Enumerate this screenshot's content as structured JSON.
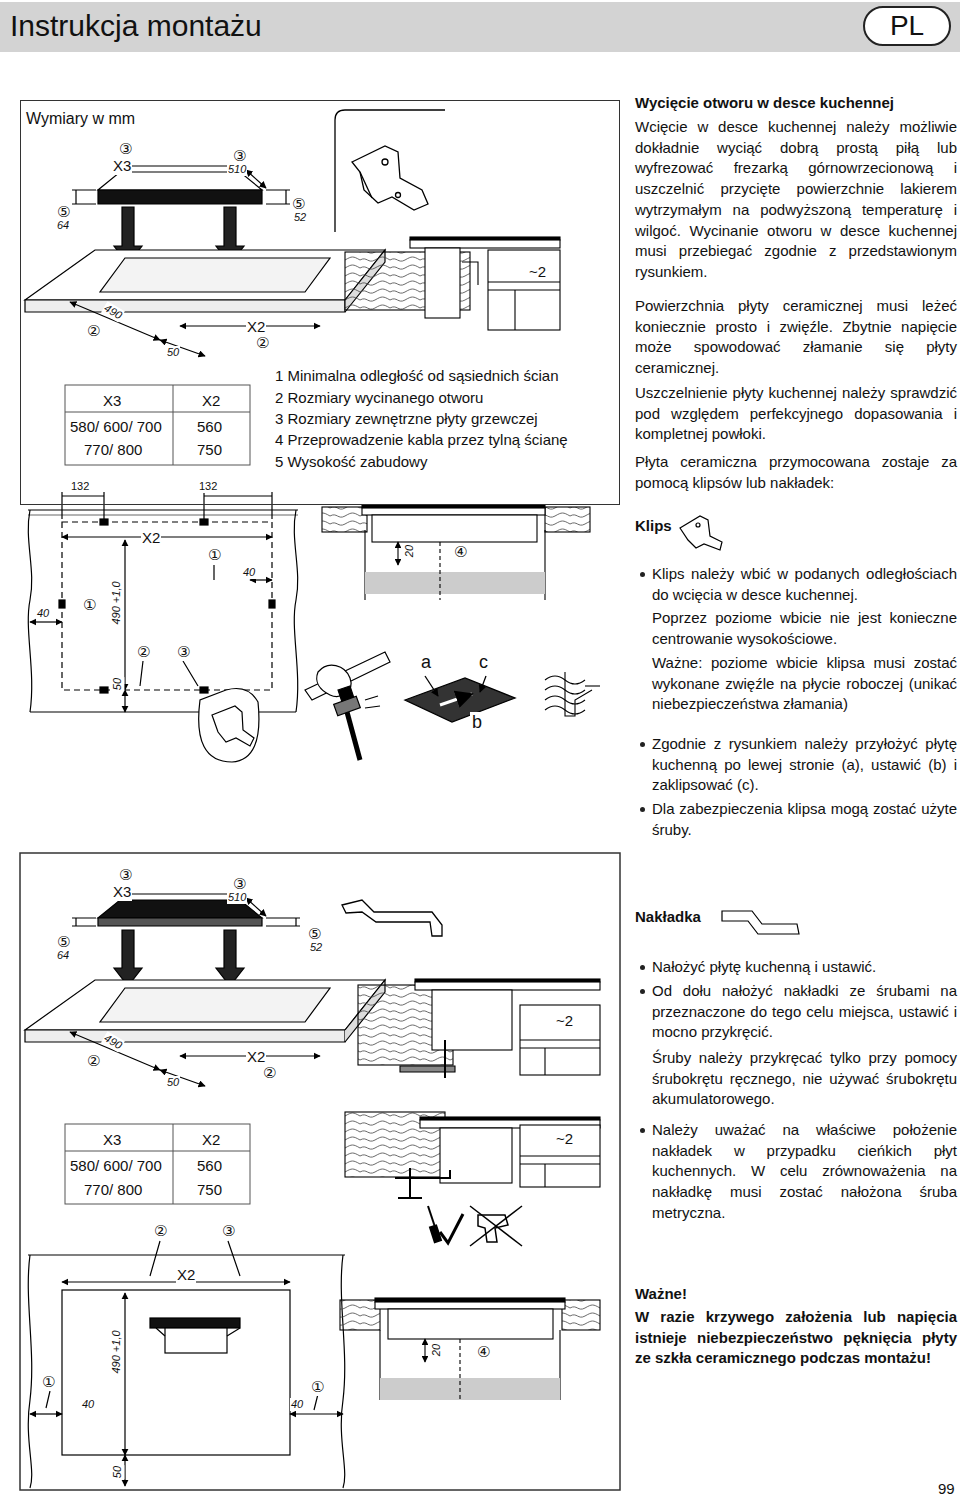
{
  "diagram": {
    "title": "Instrukcja montażu",
    "nodes": [
      {
        "text": [
          "PL"
        ]
      },
      {
        "text": [
          "Wymiary w mm"
        ]
      }
    ],
    "labels": [
      "③",
      "X3",
      "③",
      "510",
      "⑤",
      "64",
      "⑤",
      "52",
      "490",
      "②",
      "50",
      "X2",
      "②",
      "X3",
      "X2",
      "580/ 600/ 700",
      "560",
      "770/ 800",
      "750",
      "132",
      "132",
      "1 Minimalna odległość od sąsiednich ścian",
      "2 Rozmiary wycinanego otworu",
      "3 Rozmiary zewnętrzne płyty grzewczej",
      "4 Przeprowadzenie kabla przez tylną ścianę",
      "5 Wysokość zabudowy",
      "~2",
      "X2",
      "①",
      "40",
      "①",
      "40",
      "490 +1,0",
      "②",
      "③",
      "50",
      "20",
      "④",
      "a",
      "c",
      "b",
      "Wycięcie otworu w desce kuchennej",
      "Wcięcie w desce kuchennej należy możliwie dokładnie wyciąć dobrą prostą piłą lub wyfrezować frezarką górnowrzecionową i uszczelnić przycięte powierzchnie lakierem wytrzymałym na podwyższoną temperaturę i wilgoć. Wycinanie otworu w desce kuchennej musi przebiegać zgodnie z przedstawionym rysunkiem.",
      "Powierzchnia płyty ceramicznej musi leżeć koniecznie prosto i zwięźle. Zbytnie napięcie może spowodować złamanie się płyty ceramicznej.",
      "Uszczelnienie płyty kuchennej należy sprawdzić pod względem perfekcyjnego dopasowania i kompletnej powłoki.",
      "Płyta ceramiczna przymocowana zostaje za pomocą klipsów lub nakładek:",
      "Klips",
      "Klips należy wbić w podanych odległościach do wcięcia w desce kuchennej.",
      "Poprzez poziome wbicie nie jest konieczne centrowanie wysokościowe.",
      "Ważne: poziome wbicie klipsa musi zostać wykonane zwięźle na płycie roboczej (unikać niebezpieczeństwa złamania)",
      "Zgodnie z rysunkiem należy przyłożyć płytę kuchenną po lewej stronie (a), ustawić (b) i zaklipsować (c).",
      "Dla zabezpieczenia klipsa mogą zostać użyte śruby.",
      "③",
      "X3",
      "③",
      "510",
      "⑤",
      "64",
      "⑤",
      "52",
      "490",
      "②",
      "50",
      "X2",
      "②",
      "X3",
      "X2",
      "580/ 600/ 700",
      "560",
      "770/ 800",
      "750",
      "②",
      "③",
      "X2",
      "①",
      "40",
      "490 +1,0",
      "40",
      "①",
      "50",
      "~2",
      "~2",
      "20",
      "④",
      "Nakładka",
      "Nałożyć płytę kuchenną i ustawić.",
      "Od dołu nałożyć nakładki ze śrubami na przeznaczone do tego celu miejsca, ustawić i mocno przykręcić.",
      "Śruby należy przykręcać tylko przy pomocy śrubokrętu ręcznego, nie używać śrubokrętu akumulatorowego.",
      "Należy uważać na właściwe położenie nakładek w przypadku cieńkich płyt kuchennych. W celu zrównoważenia na nakładkę musi zostać nałożona śruba metryczna.",
      "Ważne!",
      "W razie krzywego założenia lub napięcia istnieje niebezpieczeństwo pęknięcia płyty ze szkła ceramicznego podczas montażu!",
      "99"
    ]
  }
}
